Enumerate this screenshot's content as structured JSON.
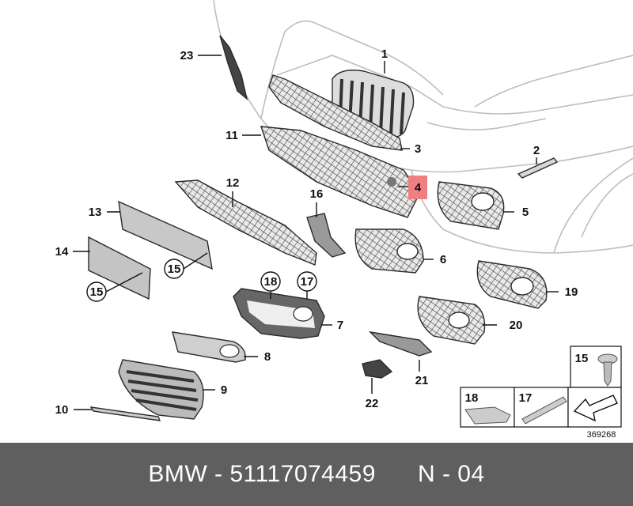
{
  "diagram": {
    "callouts": [
      "1",
      "2",
      "3",
      "4",
      "5",
      "6",
      "7",
      "8",
      "9",
      "10",
      "11",
      "12",
      "13",
      "14",
      "15",
      "15",
      "16",
      "17",
      "18",
      "19",
      "20",
      "21",
      "22",
      "23"
    ],
    "legend": {
      "item15": "15",
      "item18": "18",
      "item17": "17"
    },
    "figure_number": "369268"
  },
  "footer": {
    "brand": "BMW",
    "separator": " - ",
    "part_number": "51117074459",
    "gap": "      ",
    "page": "N - 04"
  },
  "colors": {
    "highlight": "#f08080",
    "footer_bg": "#5f5f5f"
  }
}
